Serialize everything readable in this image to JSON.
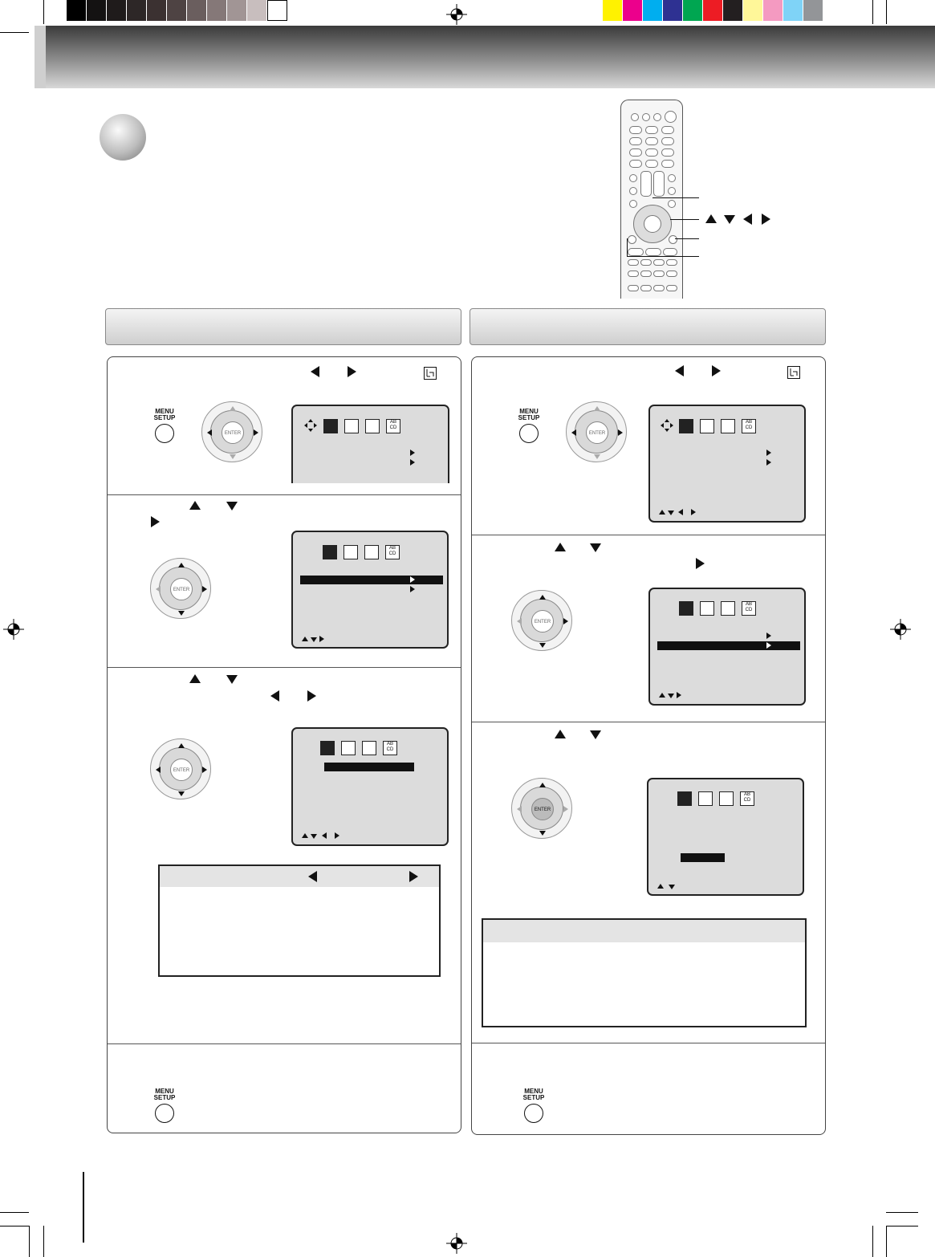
{
  "color_bar": {
    "grays": [
      "#000000",
      "#141212",
      "#1f1b1b",
      "#2d2727",
      "#3b3131",
      "#4e4343",
      "#6a5e5e",
      "#857878",
      "#a19595",
      "#c8bebe",
      "#ffffff"
    ],
    "colors": [
      "#fff200",
      "#ec008c",
      "#00aeef",
      "#2e3192",
      "#00a651",
      "#ed1c24",
      "#231f20",
      "#fff799",
      "#f49ac1",
      "#7fd3f7",
      "#939598"
    ]
  },
  "buttons": {
    "enter_label": "ENTER",
    "menu_setup_label_line1": "MENU",
    "menu_setup_label_line2": "SETUP"
  },
  "icons": [
    "audio-tab-icon",
    "display-tab-icon",
    "parental-tab-icon",
    "language-tab-icon"
  ],
  "language_icon_text": "AB CD"
}
